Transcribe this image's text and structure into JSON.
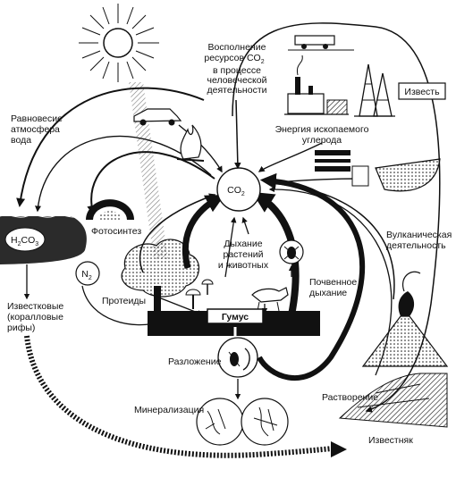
{
  "diagram": {
    "colors": {
      "ink": "#111111",
      "paper": "#ffffff",
      "water": "#2b2b2b"
    },
    "labels": {
      "combustion_l1": "Воспoлнение",
      "combustion_l2": "ресурсов CO",
      "combustion_l2_sub": "2",
      "combustion_l3": "в процессе",
      "combustion_l4": "человеческой",
      "combustion_l5": "деятельности",
      "equilibrium_l1": "Равновесие",
      "equilibrium_l2": "атмосфера",
      "equilibrium_l3": "вода",
      "fossil_l1": "Энергия ископаемого",
      "fossil_l2": "углерода",
      "lime": "Известь",
      "co2_main": "CO",
      "co2_sub": "2",
      "h2co3_a": "H",
      "h2co3_sub1": "2",
      "h2co3_b": "CO",
      "h2co3_sub2": "3",
      "photosynthesis": "Фотосинтез",
      "n2_main": "N",
      "n2_sub": "2",
      "proteins": "Протеиды",
      "respiration_l1": "Дыхание",
      "respiration_l2": "растений",
      "respiration_l3": "и животных",
      "volcanic_l1": "Вулканическая",
      "volcanic_l2": "деятельность",
      "calcareous_l1": "Известковые",
      "calcareous_l2": "(коралловые",
      "calcareous_l3": "рифы)",
      "soil_l1": "Почвенное",
      "soil_l2": "дыхание",
      "humus": "Гумус",
      "decomposition": "Разложение",
      "mineralization": "Минерализация",
      "dissolution": "Растворение",
      "limestone": "Известняк"
    }
  }
}
